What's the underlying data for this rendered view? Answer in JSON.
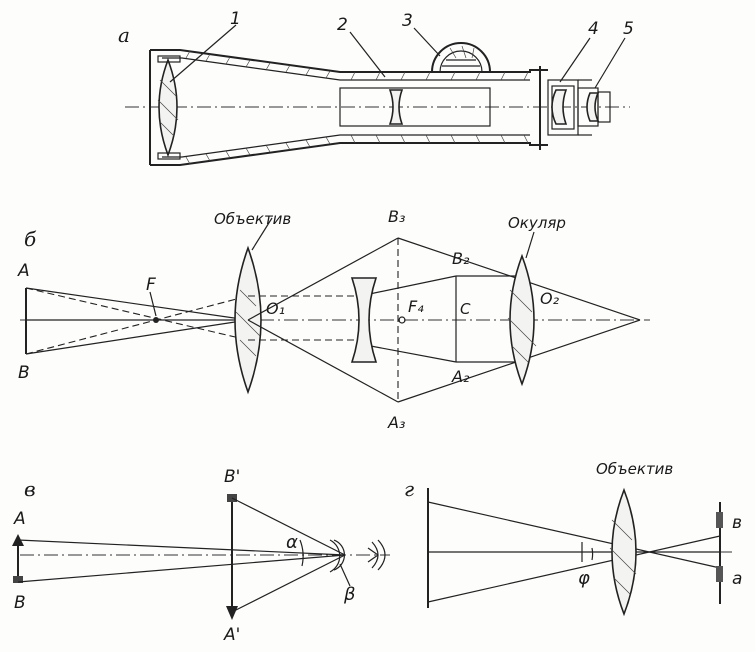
{
  "panels": {
    "a": {
      "letter": "a",
      "parts": [
        "1",
        "2",
        "3",
        "4",
        "5"
      ]
    },
    "b": {
      "letter": "б",
      "objective": "Объектив",
      "eyepiece": "Окуляр",
      "A": "A",
      "B": "B",
      "F": "F",
      "O1": "O₁",
      "F4": "F₄",
      "C": "C",
      "O2": "O₂",
      "B3": "B₃",
      "B2": "B₂",
      "A2": "A₂",
      "A3": "A₃"
    },
    "v": {
      "letter": "в",
      "A": "A",
      "B": "B",
      "Bp": "B'",
      "Ap": "A'",
      "alpha": "α",
      "beta": "β"
    },
    "g": {
      "letter": "г",
      "objective": "Объектив",
      "phi": "φ",
      "v": "в",
      "a": "а"
    }
  }
}
